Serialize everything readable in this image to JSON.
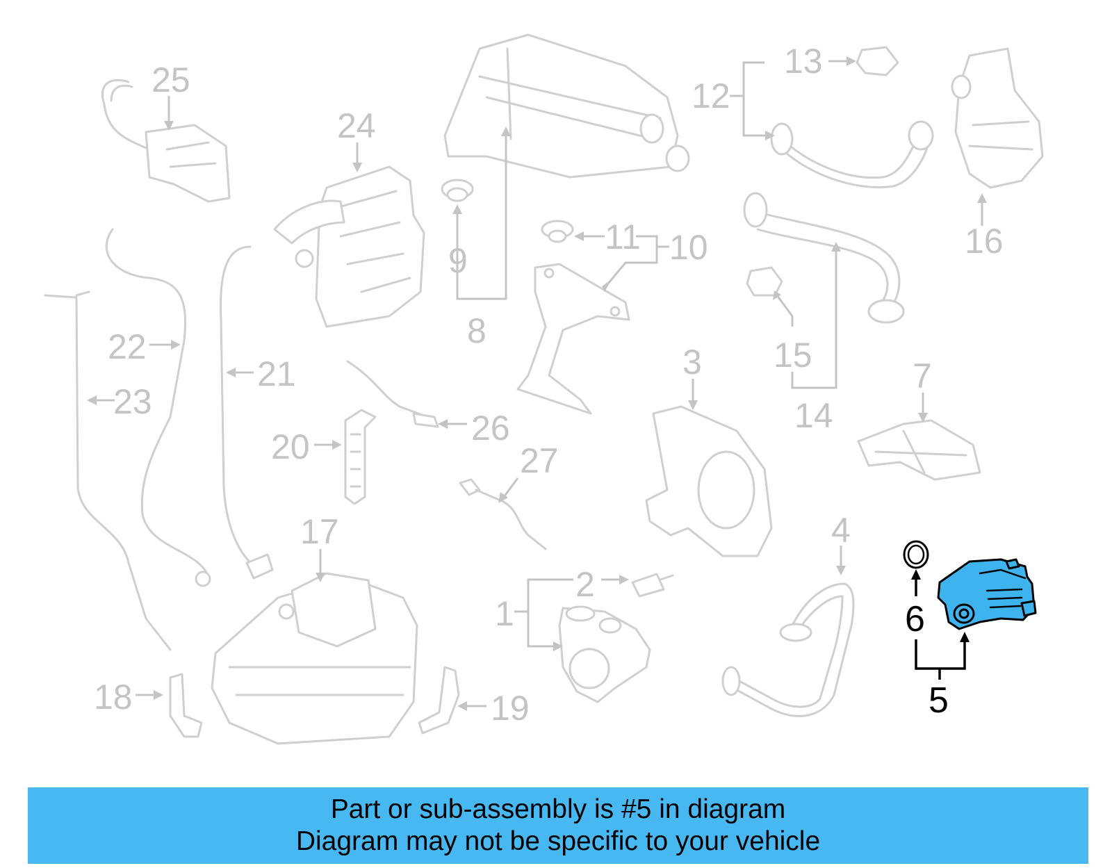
{
  "diagram": {
    "callouts": {
      "n1": "1",
      "n2": "2",
      "n3": "3",
      "n4": "4",
      "n5": "5",
      "n6": "6",
      "n7": "7",
      "n8": "8",
      "n9": "9",
      "n10": "10",
      "n11": "11",
      "n12": "12",
      "n13": "13",
      "n14": "14",
      "n15": "15",
      "n16": "16",
      "n17": "17",
      "n18": "18",
      "n19": "19",
      "n20": "20",
      "n21": "21",
      "n22": "22",
      "n23": "23",
      "n24": "24",
      "n25": "25",
      "n26": "26",
      "n27": "27"
    },
    "highlighted_part": "5",
    "colors": {
      "highlight_fill": "#3fb3ee",
      "line_gray": "#cfcfcf",
      "banner": "#48b8f2"
    }
  },
  "banner": {
    "line1": "Part or sub-assembly is #5 in diagram",
    "line2": "Diagram may not be specific to your vehicle"
  }
}
